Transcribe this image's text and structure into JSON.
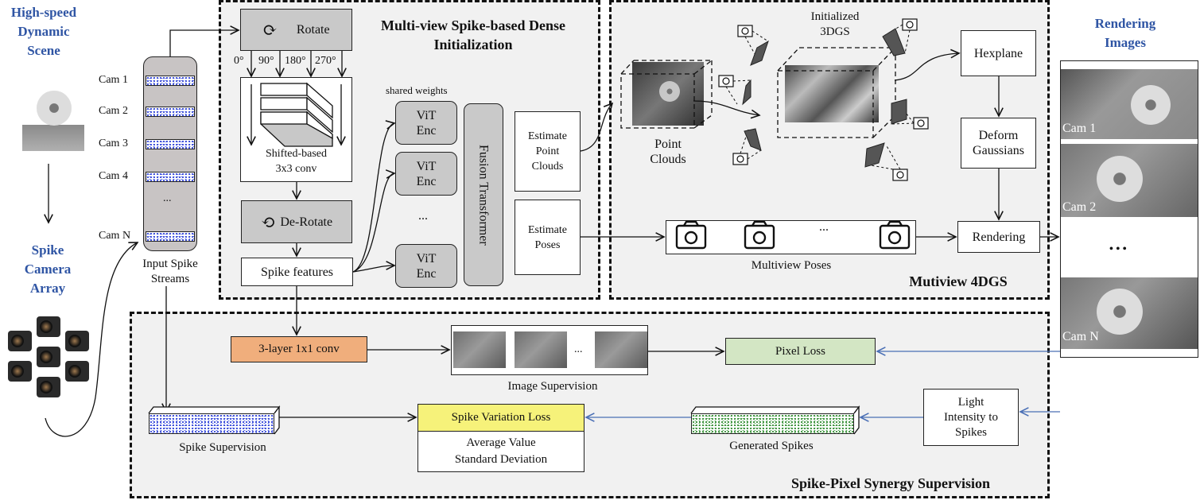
{
  "left": {
    "scene_title": [
      "High-speed",
      "Dynamic",
      "Scene"
    ],
    "array_title": [
      "Spike",
      "Camera",
      "Array"
    ],
    "input_cams": [
      "Cam 1",
      "Cam 2",
      "Cam 3",
      "Cam 4",
      "...",
      "Cam N"
    ],
    "input_caption": [
      "Input Spike",
      "Streams"
    ]
  },
  "init_panel": {
    "title": [
      "Multi-view Spike-based Dense",
      "Initialization"
    ],
    "rotate": "Rotate",
    "angles": [
      "0°",
      "90°",
      "180°",
      "270°"
    ],
    "conv": [
      "Shifted-based",
      "3x3 conv"
    ],
    "derotate": "De-Rotate",
    "spike_features": "Spike features",
    "shared_weights": "shared weights",
    "vit": [
      "ViT",
      "Enc"
    ],
    "vit_ellipsis": "...",
    "fusion": "Fusion Transformer",
    "estimate_pc": [
      "Estimate",
      "Point",
      "Clouds"
    ],
    "estimate_poses": [
      "Estimate",
      "Poses"
    ]
  },
  "gs_panel": {
    "title": "Mutiview 4DGS",
    "point_clouds": [
      "Point",
      "Clouds"
    ],
    "init_3dgs": [
      "Initialized",
      "3DGS"
    ],
    "hexplane": "Hexplane",
    "deform": [
      "Deform",
      "Gaussians"
    ],
    "rendering": "Rendering",
    "poses_caption": "Multiview Poses",
    "poses_ellipsis": "..."
  },
  "right": {
    "title": [
      "Rendering",
      "Images"
    ],
    "cams": [
      "Cam 1",
      "Cam 2",
      "Cam N"
    ],
    "ellipsis": "• • •"
  },
  "sup_panel": {
    "title": "Spike-Pixel Synergy Supervision",
    "conv1x1": "3-layer 1x1 conv",
    "image_sup": "Image Supervision",
    "image_ellipsis": "...",
    "pixel_loss": "Pixel Loss",
    "spike_sup": "Spike Supervision",
    "svl": "Spike Variation Loss",
    "svl_items": [
      "Average Value",
      "Standard Deviation"
    ],
    "generated": "Generated Spikes",
    "light": [
      "Light",
      "Intensity to",
      "Spikes"
    ]
  },
  "colors": {
    "blue_title": "#2f55a4",
    "conv_orange": "#f0ae7c",
    "pixel_green": "#d3e6c4",
    "svl_yellow": "#f6f27a",
    "supervision_arrow": "#4a6fb5"
  }
}
